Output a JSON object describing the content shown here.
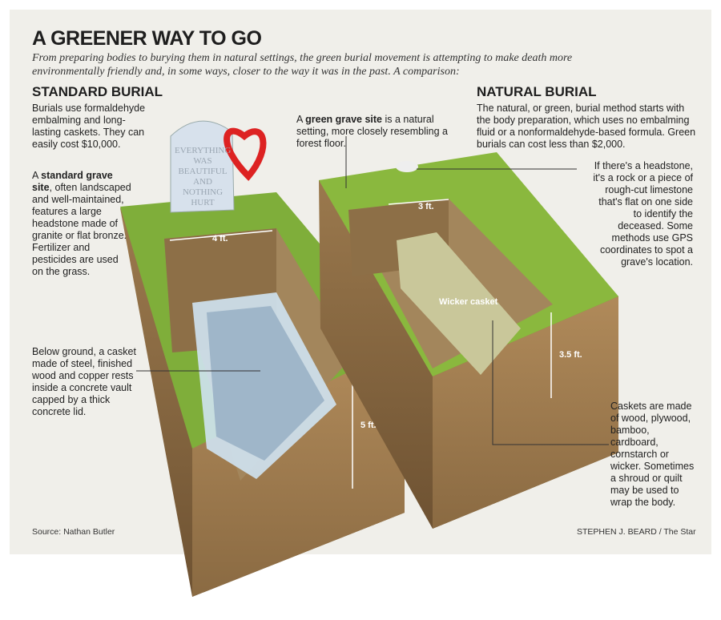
{
  "title": "A GREENER WAY TO GO",
  "subtitle": "From preparing bodies to burying them in natural settings, the green burial movement is attempting to make death more environmentally friendly and, in some ways, closer to the way it was in the past. A comparison:",
  "standard": {
    "heading": "STANDARD BURIAL",
    "intro": "Burials use formaldehyde embalming and long-lasting caskets. They can easily cost $10,000.",
    "site_bold": "standard grave site",
    "site_pre": "A ",
    "site_post": ", often landscaped and well-maintained, features a large headstone made of granite or flat bronze. Fertilizer and pesticides are used on the grass.",
    "below": "Below ground, a casket made of steel, finished wood and copper rests inside a concrete vault capped by a thick concrete lid.",
    "headstone_text": "EVERYTHING WAS BEAUTIFUL AND NOTHING HURT",
    "width_label": "4 ft.",
    "depth_label": "5 ft."
  },
  "natural": {
    "heading": "NATURAL BURIAL",
    "intro": "The natural, or green, burial method starts with the body preparation, which uses no embalming fluid or a nonformaldehyde-based formula. Green burials can cost less than $2,000.",
    "site_pre": "A ",
    "site_bold": "green grave site",
    "site_post": " is a natural setting, more closely resembling a forest floor.",
    "headstone": "If there's a headstone, it's a rock or a piece of rough-cut limestone that's flat on one side to identify the deceased. Some methods use GPS coordinates to spot a grave's location.",
    "caskets": "Caskets are made of wood, plywood, bamboo, cardboard, cornstarch or wicker. Sometimes a shroud or quilt may be used to wrap the body.",
    "casket_label": "Wicker casket",
    "width_label": "3 ft.",
    "depth_label": "3.5 ft."
  },
  "source": "Source: Nathan Butler",
  "credit": "STEPHEN J. BEARD / The Star"
}
